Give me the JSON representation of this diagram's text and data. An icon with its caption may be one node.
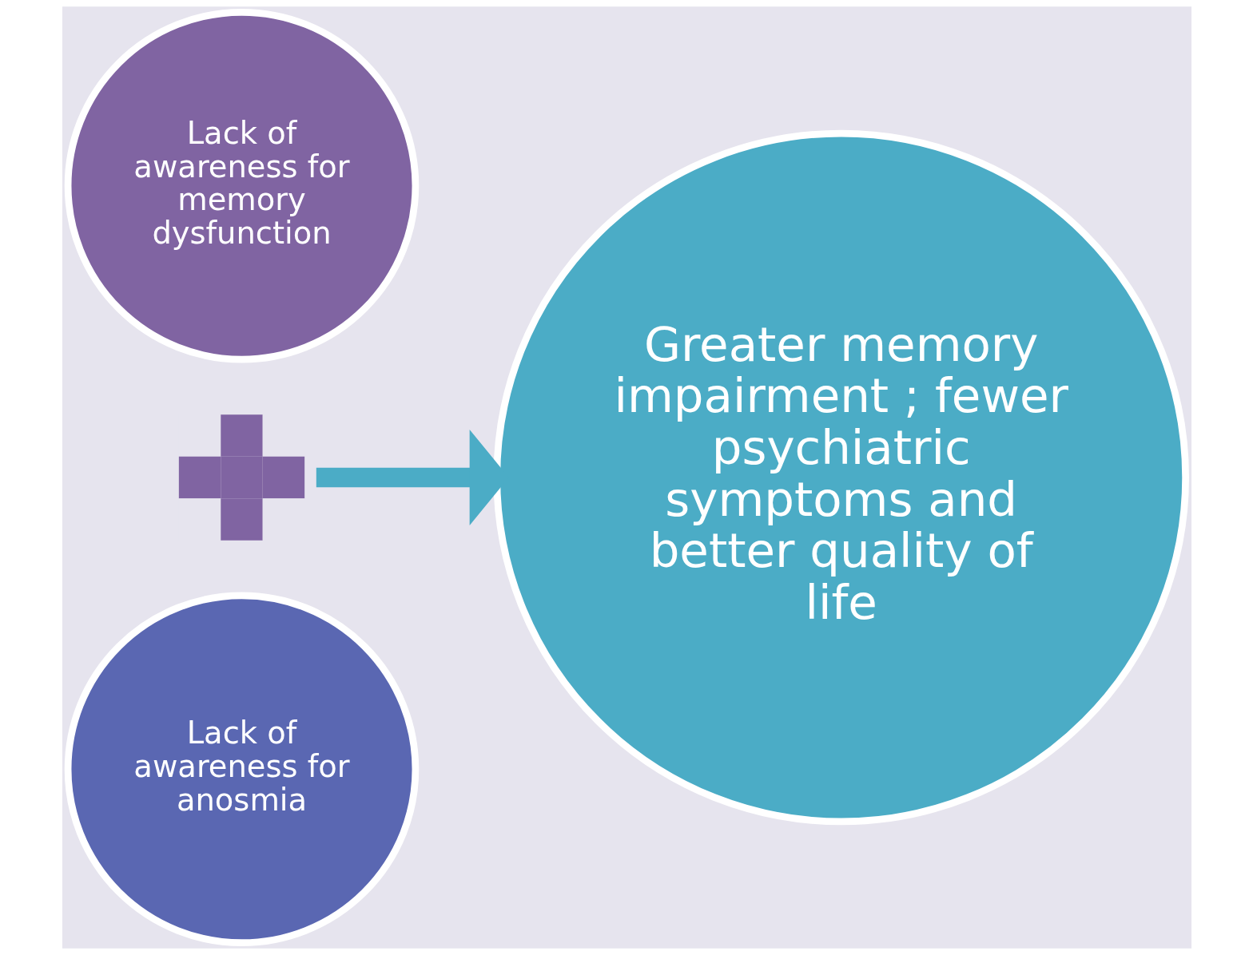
{
  "diagram": {
    "nodes": [
      {
        "text": [
          "Lack of awareness for memory dysfunction"
        ]
      },
      {
        "text": [],
        "shape": "plus"
      },
      {
        "text": [
          "Lack of awareness for anosmia"
        ]
      },
      {
        "text": [
          "Greater memory impairment ; fewer psychiatric symptoms and better quality of life"
        ]
      }
    ],
    "edges": [
      {
        "from": 1,
        "to": 3,
        "arrow": "to"
      }
    ]
  }
}
